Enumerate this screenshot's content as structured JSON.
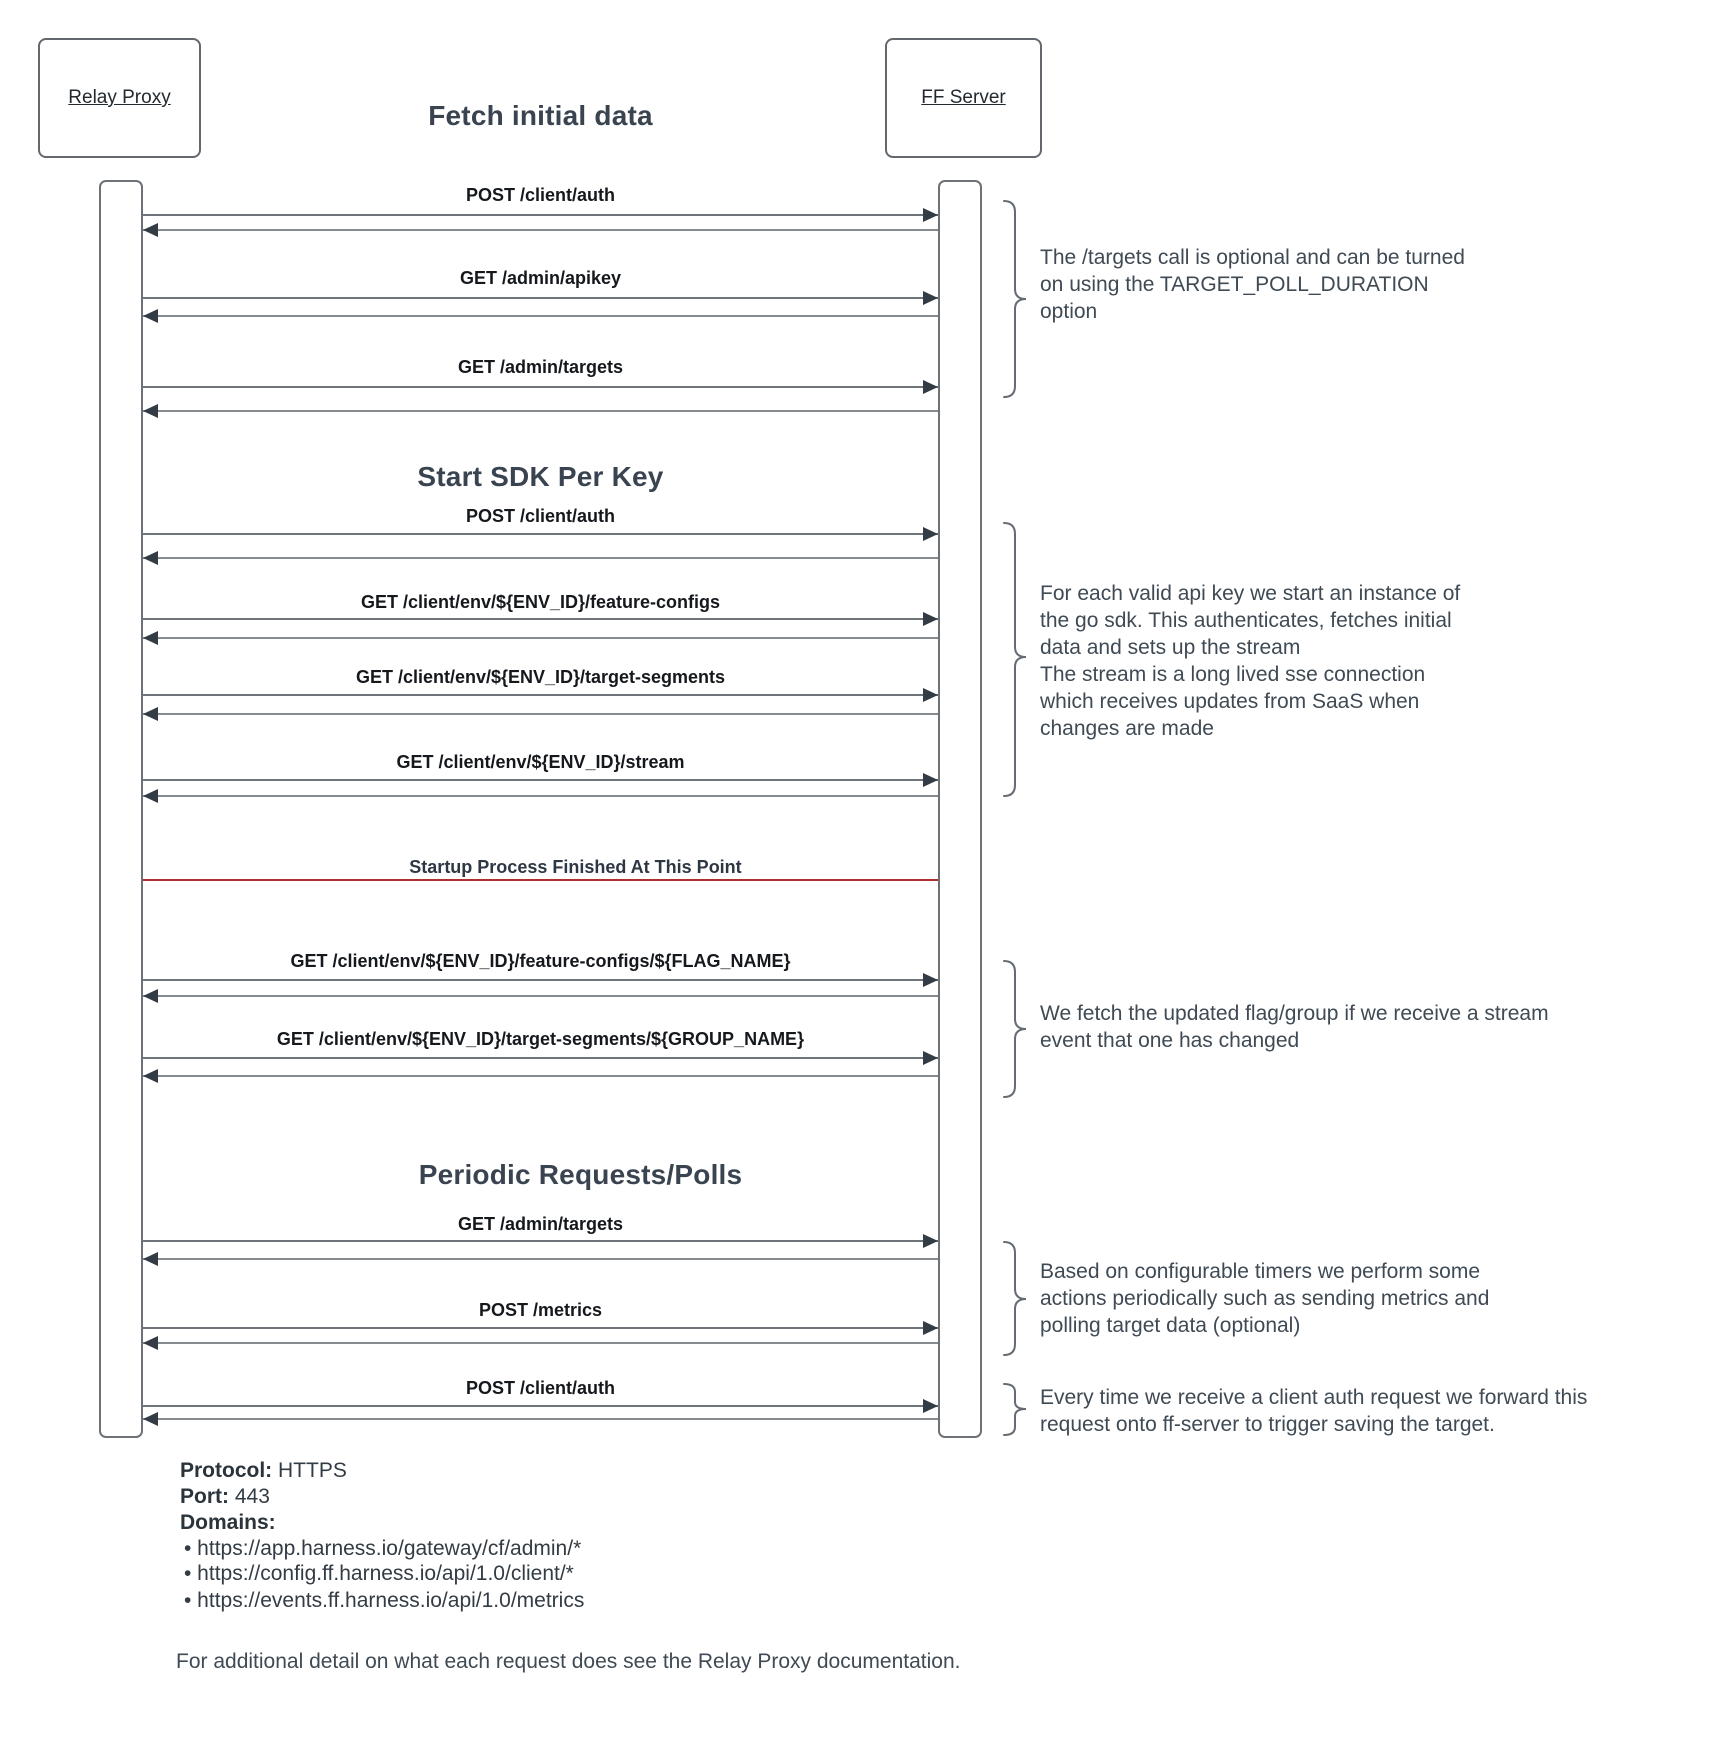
{
  "actors": {
    "left": "Relay Proxy",
    "right": "FF Server"
  },
  "title": "Fetch initial data",
  "sections": {
    "start_sdk": "Start SDK Per Key",
    "periodic": "Periodic Requests/Polls"
  },
  "divider": {
    "label": "Startup Process Finished At This Point"
  },
  "messages": [
    {
      "label": "POST /client/auth"
    },
    {
      "label": "GET /admin/apikey"
    },
    {
      "label": "GET /admin/targets"
    },
    {
      "label": "POST /client/auth"
    },
    {
      "label": "GET /client/env/${ENV_ID}/feature-configs"
    },
    {
      "label": "GET /client/env/${ENV_ID}/target-segments"
    },
    {
      "label": "GET /client/env/${ENV_ID}/stream"
    },
    {
      "label": "GET /client/env/${ENV_ID}/feature-configs/${FLAG_NAME}"
    },
    {
      "label": "GET /client/env/${ENV_ID}/target-segments/${GROUP_NAME}"
    },
    {
      "label": "GET /admin/targets"
    },
    {
      "label": "POST /metrics"
    },
    {
      "label": "POST /client/auth"
    }
  ],
  "annotations": [
    {
      "text": "The /targets call is optional and can be turned\non using the TARGET_POLL_DURATION\noption"
    },
    {
      "text": "For each valid api key we start an instance of\nthe go sdk. This authenticates, fetches initial\ndata and sets up the stream\nThe stream is a long lived sse connection\nwhich receives updates from SaaS when\nchanges are made"
    },
    {
      "text": "We fetch the updated flag/group if we receive a stream\nevent that one has changed"
    },
    {
      "text": "Based on configurable timers we perform some\nactions periodically such as sending metrics and\npolling target data (optional)"
    },
    {
      "text": "Every time we receive a client auth request we forward this\nrequest onto ff-server to trigger saving the target."
    }
  ],
  "footer": {
    "protocol_label": "Protocol:",
    "protocol_value": " HTTPS",
    "port_label": "Port:",
    "port_value": " 443",
    "domains_label": "Domains:",
    "domains": [
      "• https://app.harness.io/gateway/cf/admin/*",
      "• https://config.ff.harness.io/api/1.0/client/*",
      "• https://events.ff.harness.io/api/1.0/metrics"
    ],
    "note": "For additional detail on what each request does see the Relay Proxy documentation."
  },
  "colors": {
    "divider_red": "#b02e2e",
    "arrow_dark": "#333b45",
    "text_dark": "#3f4a54"
  }
}
